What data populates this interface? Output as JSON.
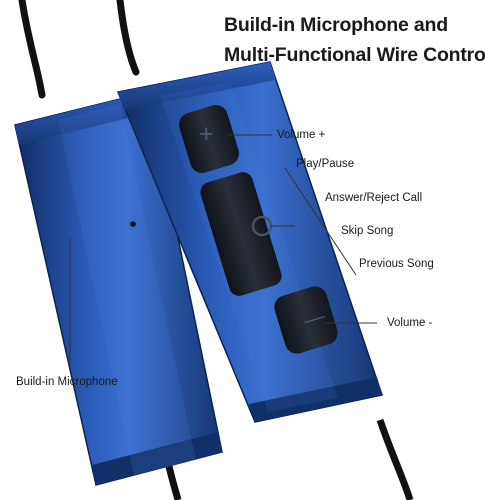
{
  "heading": {
    "line1": "Build-in Microphone and",
    "line2": "Multi-Functional Wire Control"
  },
  "callouts": {
    "volume_up": "Volume +",
    "play_pause": "Play/Pause",
    "answer_reject": "Answer/Reject Call",
    "skip_song": "Skip Song",
    "previous_song": "Previous Song",
    "volume_down": "Volume -",
    "microphone": "Build-in Microphone"
  },
  "button_glyphs": {
    "plus": "+",
    "minus": "—"
  },
  "colors": {
    "cable": "#111111",
    "housing_blue": "#1e4a94",
    "housing_highlight": "#3a6fcf",
    "button_dark": "#1a1f29",
    "leader_line": "#333333"
  }
}
